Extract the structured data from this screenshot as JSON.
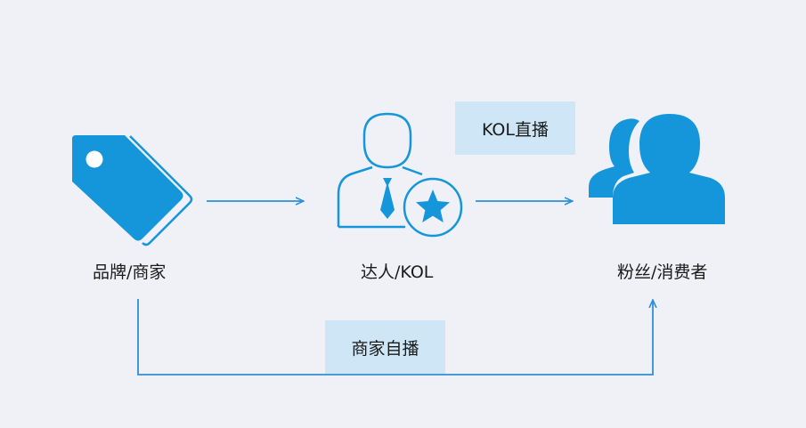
{
  "nodes": {
    "brand": {
      "label": "品牌/商家"
    },
    "kol": {
      "label": "达人/KOL"
    },
    "fans": {
      "label": "粉丝/消费者"
    }
  },
  "edges": {
    "kol_live": {
      "label": "KOL直播"
    },
    "merchant_live": {
      "label": "商家自播"
    }
  },
  "colors": {
    "background": "#f0f1f6",
    "accent": "#1596db",
    "arrow": "#2e8fd4",
    "label_box": "#cfe6f6",
    "text": "#1a1a1a"
  },
  "icons": {
    "brand": "price-tag-icon",
    "kol": "person-with-star-badge-icon",
    "fans": "user-group-icon"
  }
}
